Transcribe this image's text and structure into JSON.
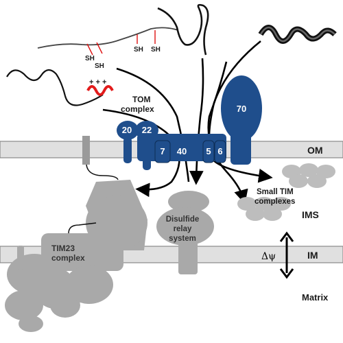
{
  "labels": {
    "tom_complex_line1": "TOM",
    "tom_complex_line2": "complex",
    "om": "OM",
    "ims": "IMS",
    "im": "IM",
    "matrix": "Matrix",
    "small_tim_line1": "Small TIM",
    "small_tim_line2": "complexes",
    "disulfide_line1": "Disulfide",
    "disulfide_line2": "relay",
    "disulfide_line3": "system",
    "tim23_line1": "TIM23",
    "tim23_line2": "complex",
    "delta_psi": "Δψ",
    "tom70": "70",
    "tom20": "20",
    "tom22": "22",
    "tom7": "7",
    "tom40": "40",
    "tom5": "5",
    "tom6": "6",
    "sh_1": "SH",
    "sh_2": "SH",
    "sh_3": "SH",
    "sh_4": "SH",
    "charges": "+ + +"
  },
  "colors": {
    "tom_blue": "#1f4e8c",
    "membrane_fill": "#e0e0e0",
    "membrane_edge": "#888888",
    "tim_gray": "#a9a9a9",
    "signal_red": "#e21b1b"
  }
}
